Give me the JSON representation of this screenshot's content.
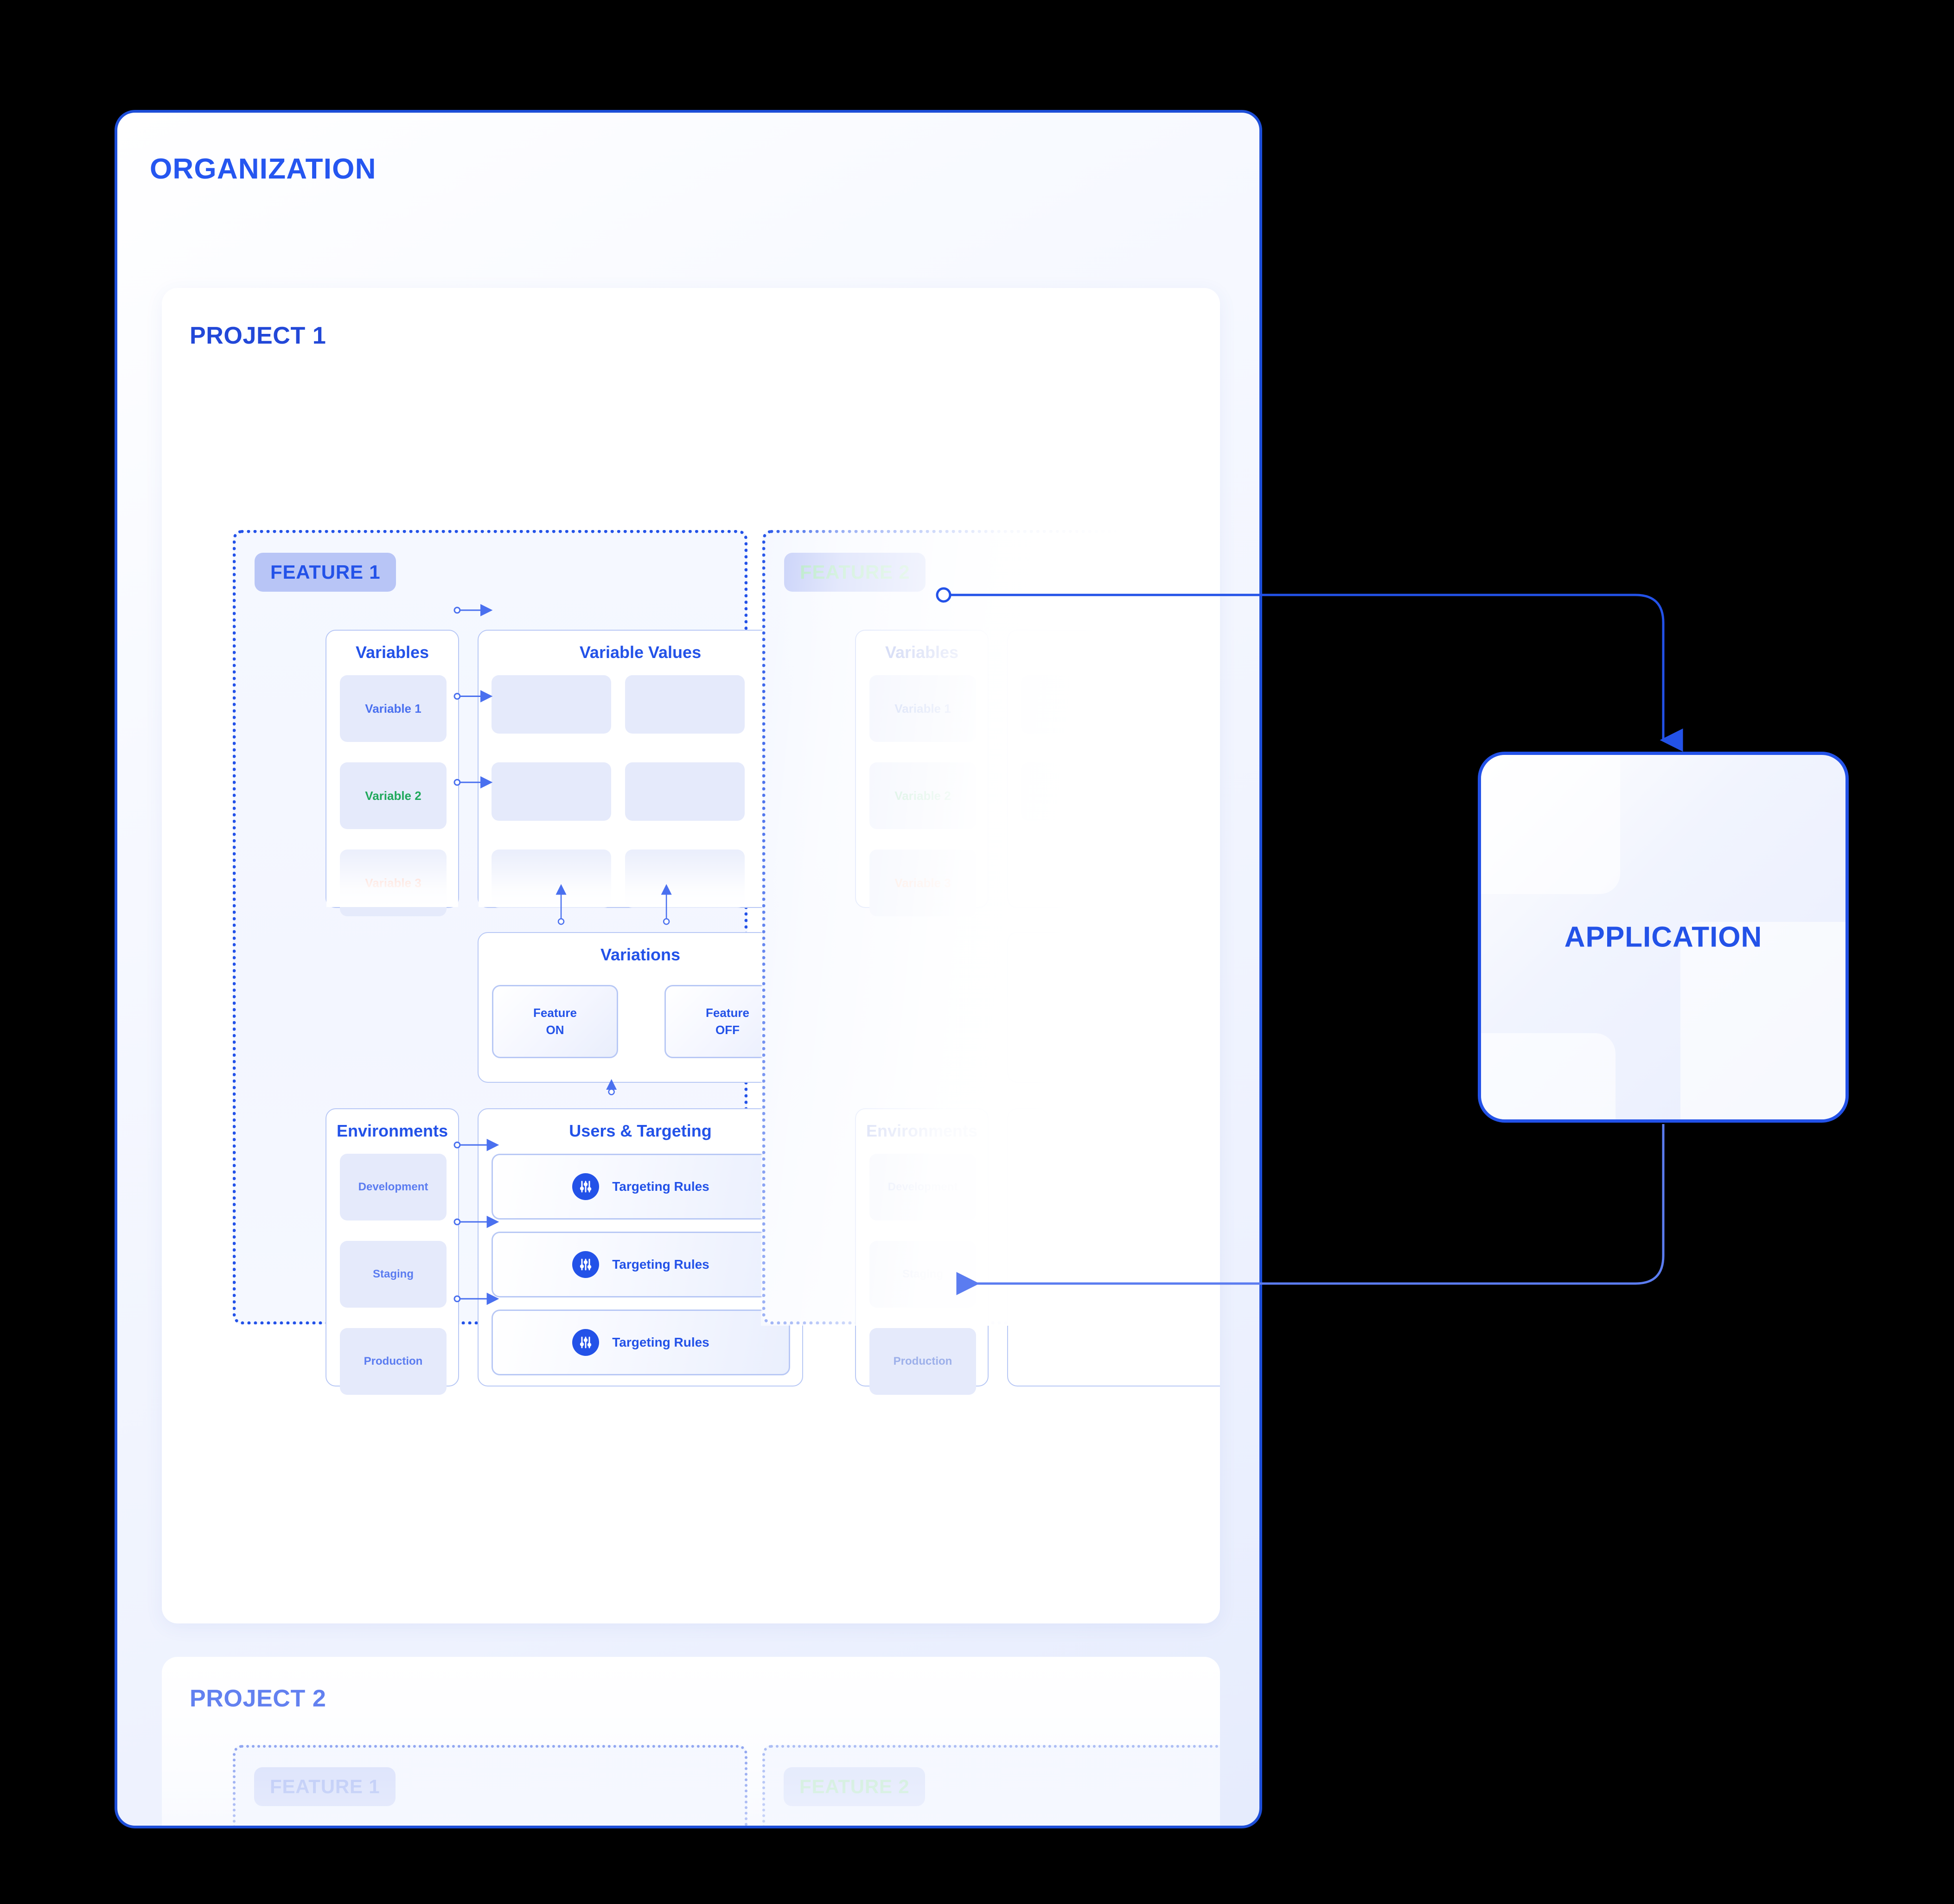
{
  "organization": {
    "title": "ORGANIZATION"
  },
  "projects": [
    {
      "title": "PROJECT 1"
    },
    {
      "title": "PROJECT 2"
    }
  ],
  "features": [
    {
      "badge": "FEATURE 1"
    },
    {
      "badge": "FEATURE 2"
    }
  ],
  "project2_features": [
    {
      "badge": "FEATURE 1"
    },
    {
      "badge": "FEATURE 2"
    }
  ],
  "panels": {
    "variables_title": "Variables",
    "variable_values_title": "Variable Values",
    "variations_title": "Variations",
    "environments_title": "Environments",
    "users_targeting_title": "Users & Targeting"
  },
  "variables": [
    {
      "label": "Variable 1",
      "color": "#4a70ef"
    },
    {
      "label": "Variable 2",
      "color": "#1fa85b"
    },
    {
      "label": "Variable 3",
      "color": "#f9a28a"
    }
  ],
  "variations": [
    {
      "line1": "Feature",
      "line2": "ON"
    },
    {
      "line1": "Feature",
      "line2": "OFF"
    }
  ],
  "environments": [
    {
      "label": "Development"
    },
    {
      "label": "Staging"
    },
    {
      "label": "Production"
    }
  ],
  "targeting_rules": [
    {
      "label": "Targeting Rules",
      "icon": "sliders-icon"
    },
    {
      "label": "Targeting Rules",
      "icon": "sliders-icon"
    },
    {
      "label": "Targeting Rules",
      "icon": "sliders-icon"
    }
  ],
  "application": {
    "title": "APPLICATION"
  },
  "colors": {
    "brand_blue": "#2352e8",
    "org_border": "#1d4ed8",
    "chip_bg": "#e5eafb",
    "badge_bg": "#b8c5f6",
    "variable_green": "#1fa85b",
    "variable_salmon": "#f9a28a",
    "env_text": "#5b7cf0",
    "card_border": "#b8c8f5"
  }
}
